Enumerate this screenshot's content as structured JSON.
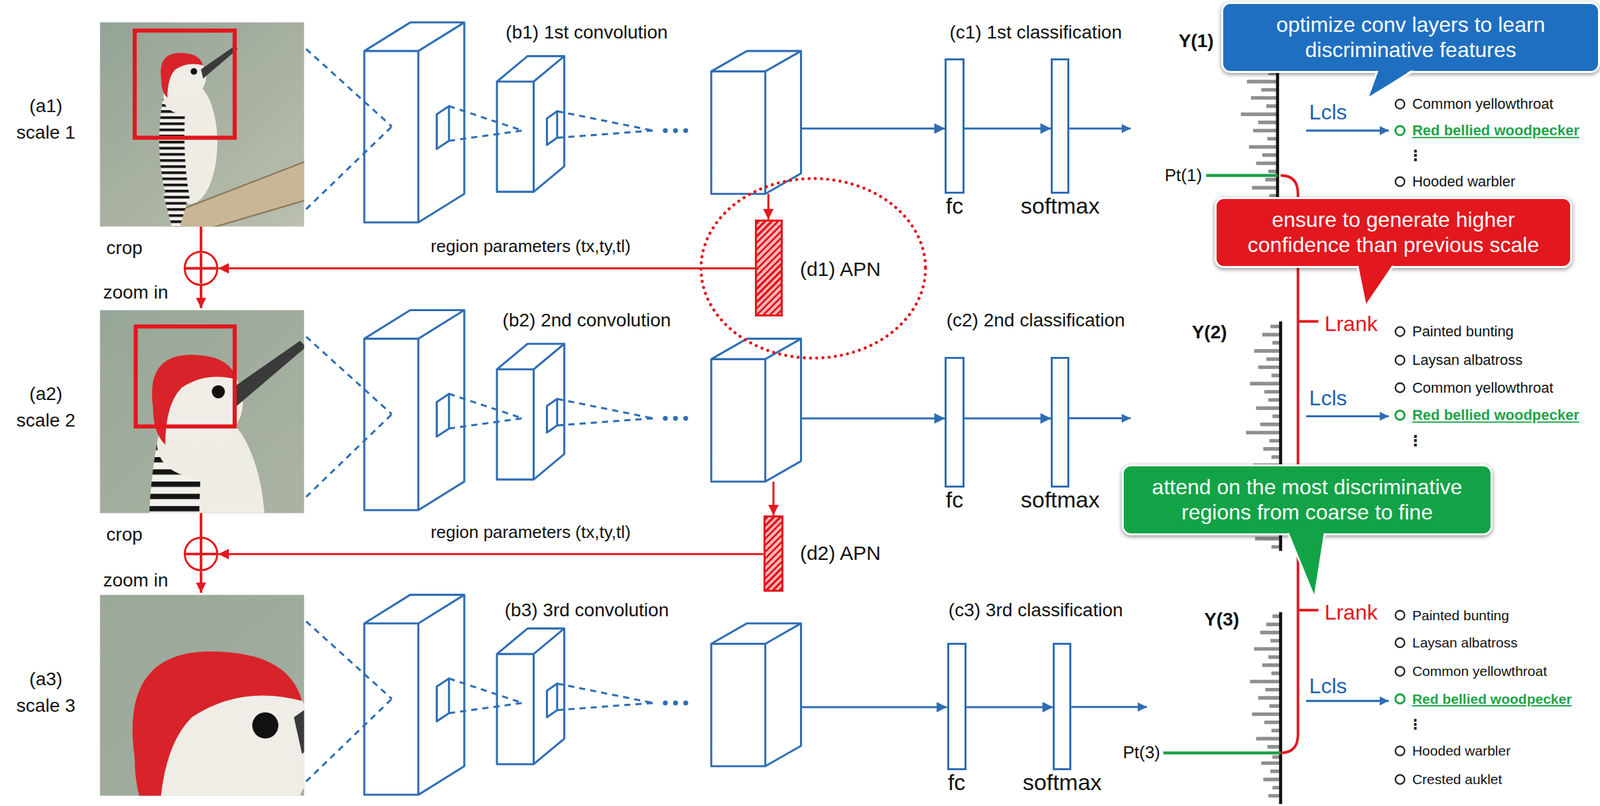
{
  "diagram": {
    "nodes": [
      {
        "text": [
          "(b1) 1st convolution"
        ]
      },
      {
        "text": [
          "fc"
        ]
      },
      {
        "text": [
          "softmax"
        ]
      },
      {
        "text": [
          "optimize conv layers to learn discriminative features"
        ]
      },
      {
        "text": [
          "crop",
          "zoom in"
        ]
      },
      {
        "text": [
          "(d1) APN"
        ]
      },
      {
        "text": [
          "ensure to generate higher confidence than previous scale"
        ]
      },
      {
        "text": [
          "(b2) 2nd convolution"
        ]
      },
      {
        "text": [
          "fc"
        ]
      },
      {
        "text": [
          "softmax"
        ]
      },
      {
        "text": [
          "crop",
          "zoom in"
        ]
      },
      {
        "text": [
          "(d2) APN"
        ]
      },
      {
        "text": [
          "attend on the most discriminative regions from coarse to fine"
        ]
      },
      {
        "text": [
          "(b3) 3rd convolution"
        ]
      },
      {
        "text": [
          "fc"
        ]
      },
      {
        "text": [
          "softmax"
        ]
      }
    ],
    "edges": [
      {
        "from": 0,
        "to": 1,
        "arrow": "to"
      },
      {
        "from": 1,
        "to": 2,
        "arrow": "to"
      },
      {
        "from": 0,
        "to": 5,
        "arrow": "to"
      },
      {
        "from": 5,
        "to": 4,
        "label": "region parameters (tx,ty,tl)",
        "arrow": "to"
      },
      {
        "from": 7,
        "to": 8,
        "arrow": "to"
      },
      {
        "from": 8,
        "to": 9,
        "arrow": "to"
      },
      {
        "from": 7,
        "to": 11,
        "arrow": "to"
      },
      {
        "from": 11,
        "to": 10,
        "label": "region parameters (tx,ty,tl)",
        "arrow": "to"
      },
      {
        "from": 13,
        "to": 14,
        "arrow": "to"
      },
      {
        "from": 14,
        "to": 15,
        "arrow": "to"
      }
    ],
    "labels": [
      "(a1)",
      "scale 1",
      "(a2)",
      "scale 2",
      "(a3)",
      "scale 3",
      "(c1) 1st classification",
      "(c2) 2nd classification",
      "(c3) 3rd classification",
      "Y(1)",
      "Pt(1)",
      "Lcls",
      "Common yellowthroat",
      "Red bellied woodpecker",
      "⋮",
      "Hooded warbler",
      "Y(2)",
      "Lrank",
      "Painted bunting",
      "Laysan albatross",
      "Common yellowthroat",
      "Lcls",
      "Red bellied woodpecker",
      "⋮",
      "Y(3)",
      "Lrank",
      "Painted bunting",
      "Laysan albatross",
      "Common yellowthroat",
      "Lcls",
      "Red bellied woodpecker",
      "⋮",
      "Hooded warbler",
      "Crested auklet",
      "Pt(3)"
    ]
  }
}
